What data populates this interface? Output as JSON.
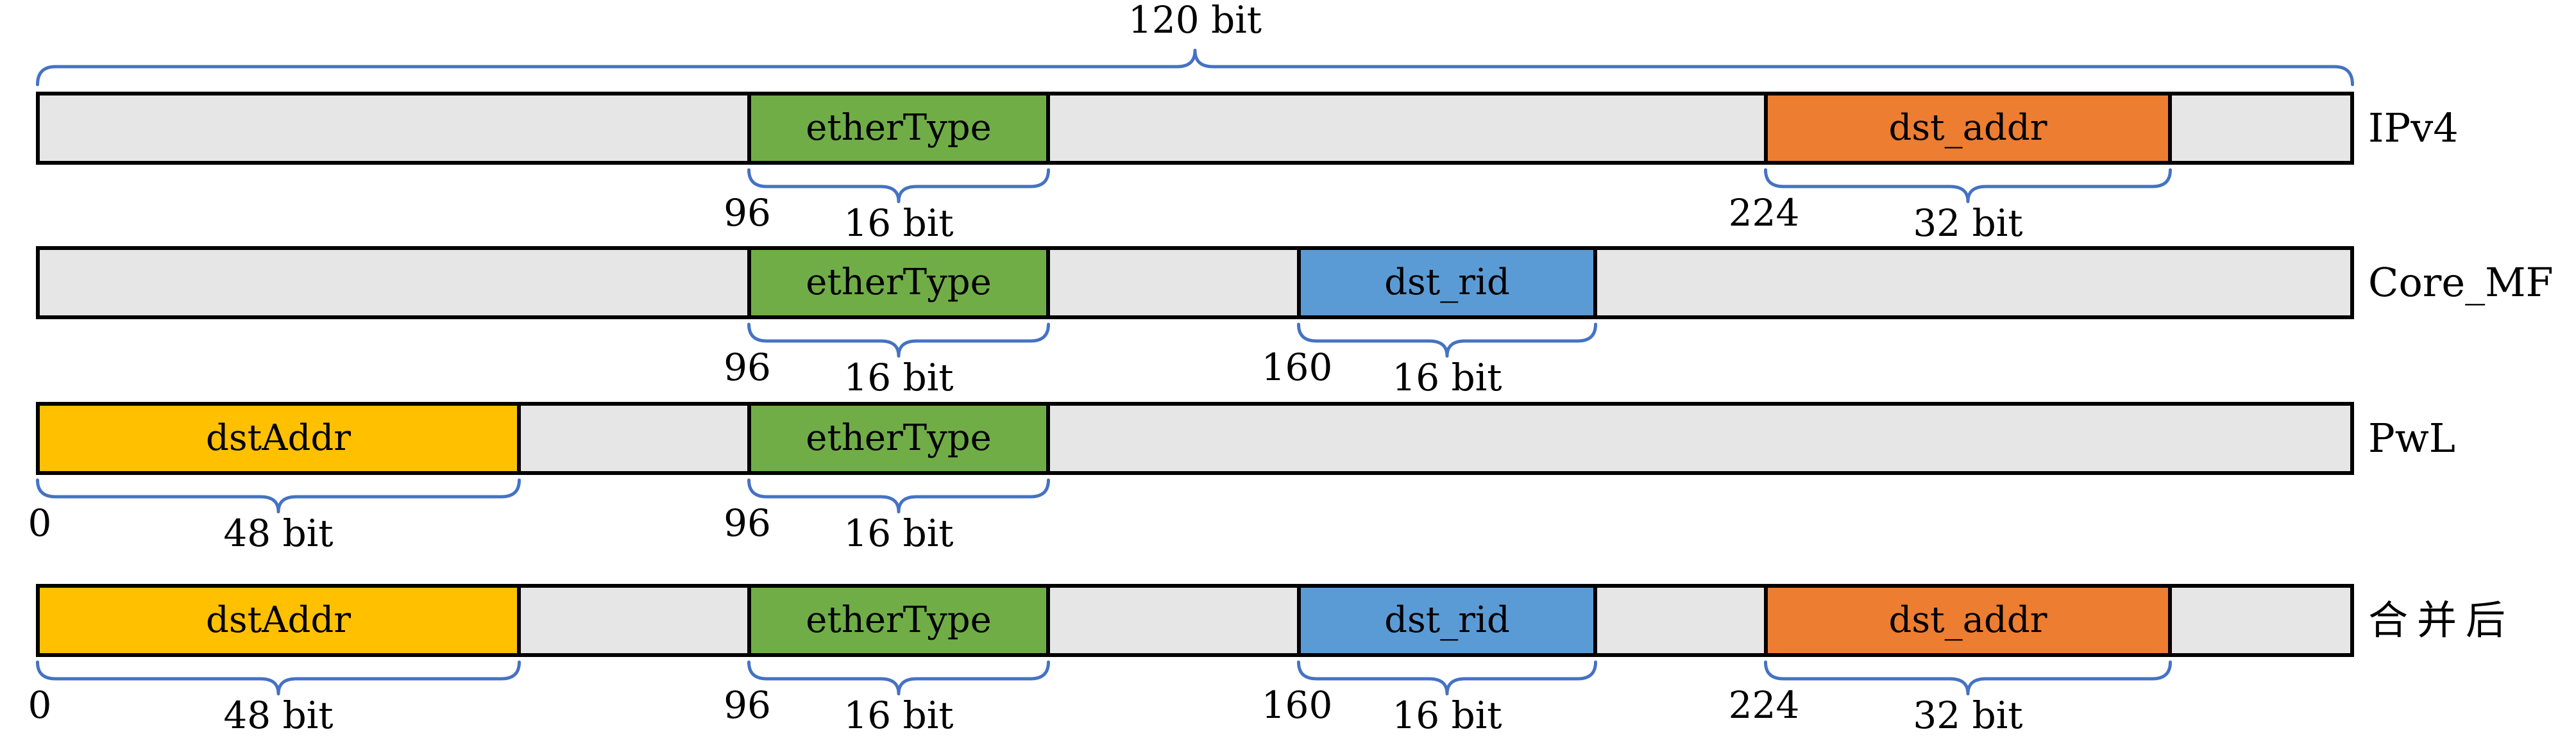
{
  "figure": {
    "total_label": "120 bit",
    "field_defs": {
      "dstAddr": {
        "label": "dstAddr",
        "start_bit": "0",
        "width_label": "48 bit",
        "color": "#ffc000"
      },
      "etherType": {
        "label": "etherType",
        "start_bit": "96",
        "width_label": "16 bit",
        "color": "#70ad47"
      },
      "dst_rid": {
        "label": "dst_rid",
        "start_bit": "160",
        "width_label": "16 bit",
        "color": "#5b9bd5"
      },
      "dst_addr": {
        "label": "dst_addr",
        "start_bit": "224",
        "width_label": "32 bit",
        "color": "#ed7d31"
      }
    },
    "rows": [
      {
        "name": "IPv4",
        "fields": [
          "etherType",
          "dst_addr"
        ]
      },
      {
        "name": "Core_MF",
        "fields": [
          "etherType",
          "dst_rid"
        ]
      },
      {
        "name": "PwL",
        "fields": [
          "dstAddr",
          "etherType"
        ]
      },
      {
        "name": "合并后",
        "fields": [
          "dstAddr",
          "etherType",
          "dst_rid",
          "dst_addr"
        ]
      }
    ],
    "colors": {
      "bar_fill": "#e7e6e6",
      "border": "#000000",
      "brace": "#4472c4",
      "text": "#000000",
      "background": "#ffffff"
    }
  }
}
